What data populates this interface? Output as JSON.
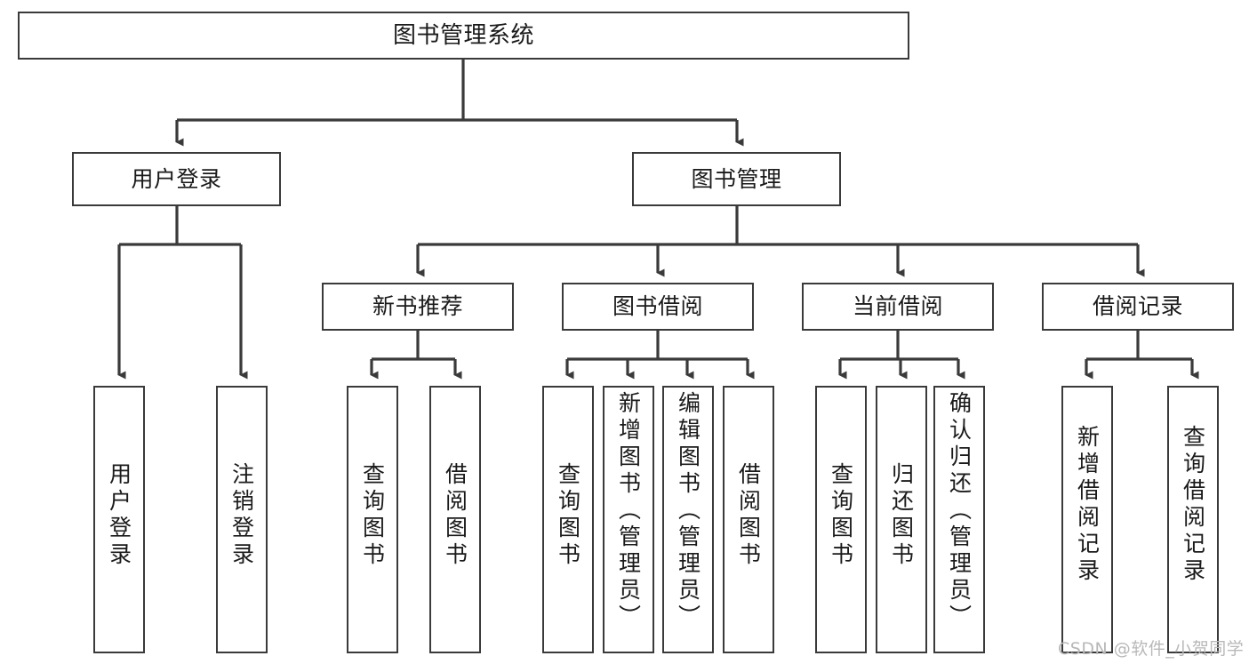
{
  "diagram": {
    "type": "tree-hierarchy",
    "title": "图书管理系统",
    "root": {
      "label": "图书管理系统"
    },
    "level2": [
      {
        "id": "user-login",
        "label": "用户登录"
      },
      {
        "id": "book-management",
        "label": "图书管理"
      }
    ],
    "level3": [
      {
        "id": "new-book-recommend",
        "label": "新书推荐",
        "parent": "book-management"
      },
      {
        "id": "book-borrow",
        "label": "图书借阅",
        "parent": "book-management"
      },
      {
        "id": "current-borrow",
        "label": "当前借阅",
        "parent": "book-management"
      },
      {
        "id": "borrow-record",
        "label": "借阅记录",
        "parent": "book-management"
      }
    ],
    "leaves": [
      {
        "id": "leaf-user-login",
        "label": "用户登录",
        "parent": "user-login"
      },
      {
        "id": "leaf-logout-login",
        "label": "注销登录",
        "parent": "user-login"
      },
      {
        "id": "leaf-query-book-1",
        "label": "查询图书",
        "parent": "new-book-recommend"
      },
      {
        "id": "leaf-borrow-book-1",
        "label": "借阅图书",
        "parent": "new-book-recommend"
      },
      {
        "id": "leaf-query-book-2",
        "label": "查询图书",
        "parent": "book-borrow"
      },
      {
        "id": "leaf-add-book",
        "label": "新增图书（管理员）",
        "parent": "book-borrow"
      },
      {
        "id": "leaf-edit-book",
        "label": "编辑图书（管理员）",
        "parent": "book-borrow"
      },
      {
        "id": "leaf-borrow-book-2",
        "label": "借阅图书",
        "parent": "book-borrow"
      },
      {
        "id": "leaf-query-book-3",
        "label": "查询图书",
        "parent": "current-borrow"
      },
      {
        "id": "leaf-return-book",
        "label": "归还图书",
        "parent": "current-borrow"
      },
      {
        "id": "leaf-confirm-return",
        "label": "确认归还（管理员）",
        "parent": "current-borrow"
      },
      {
        "id": "leaf-add-record",
        "label": "新增借阅记录",
        "parent": "borrow-record"
      },
      {
        "id": "leaf-query-record",
        "label": "查询借阅记录",
        "parent": "borrow-record"
      }
    ],
    "watermark": "CSDN @软件_小贺同学",
    "colors": {
      "stroke": "#3a3a3a",
      "background": "#ffffff",
      "text": "#1a1a1a",
      "watermark": "#b8b8b8"
    }
  }
}
